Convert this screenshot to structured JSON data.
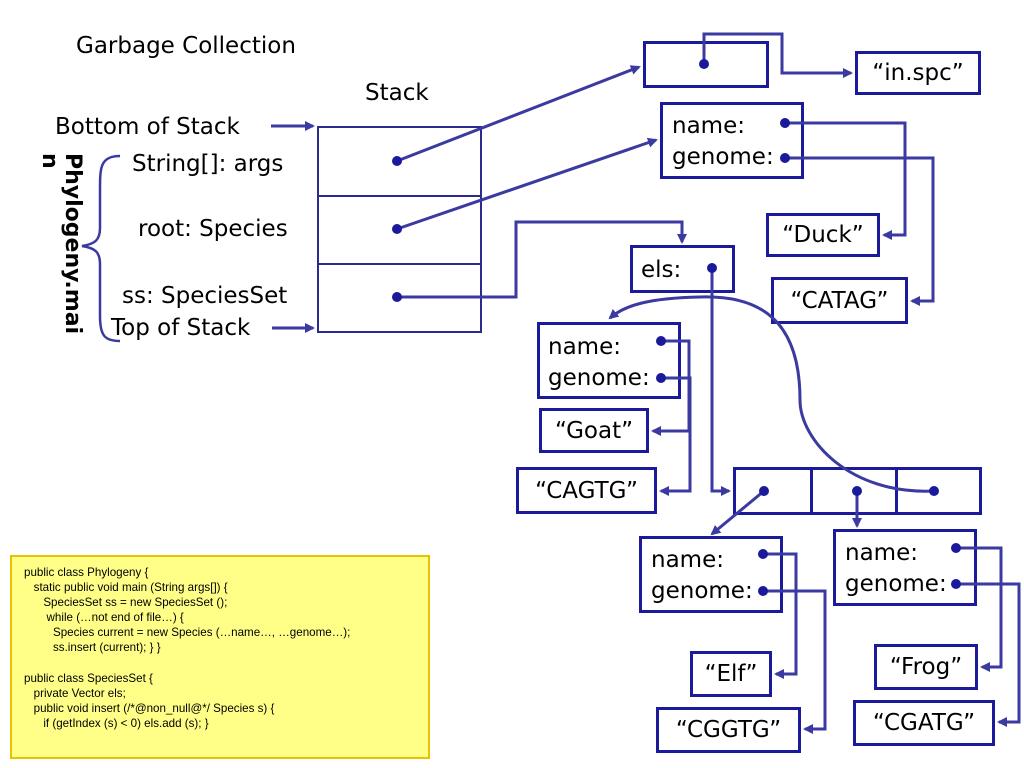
{
  "title": "Garbage Collection",
  "stack": {
    "label": "Stack",
    "bottom_label": "Bottom of Stack",
    "top_label": "Top of Stack",
    "frame_label": "Phylogeny.main",
    "frame_label_line1": "Phylogeny.mai",
    "frame_label_line2": "n",
    "slots": [
      "String[]: args",
      "root: Species",
      "ss: SpeciesSet"
    ]
  },
  "heap": {
    "args_string": "“in.spc”",
    "root": {
      "name_label": "name:",
      "genome_label": "genome:",
      "name": "“Duck”",
      "genome": "“CATAG”"
    },
    "speciesset_field": "els:",
    "species": [
      {
        "name_label": "name:",
        "genome_label": "genome:",
        "name": "“Goat”",
        "genome": "“CAGTG”"
      },
      {
        "name_label": "name:",
        "genome_label": "genome:",
        "name": "“Elf”",
        "genome": "“CGGTG”"
      },
      {
        "name_label": "name:",
        "genome_label": "genome:",
        "name": "“Frog”",
        "genome": "“CGATG”"
      }
    ]
  },
  "code_lines": [
    "public class Phylogeny {",
    "   static public void main (String args[]) {",
    "      SpeciesSet ss = new SpeciesSet ();",
    "       while (…not end of file…) {",
    "         Species current = new Species (…name…, …genome…);",
    "         ss.insert (current); } }",
    "",
    "public class SpeciesSet {",
    "   private Vector els;",
    "   public void insert (/*@non_null@*/ Species s) {",
    "      if (getIndex (s) < 0) els.add (s); }"
  ],
  "colors": {
    "box_border": "#1a1a9a",
    "arrow": "#3a3aa0",
    "dot": "#1a1a9a",
    "code_bg": "#ffff88"
  }
}
